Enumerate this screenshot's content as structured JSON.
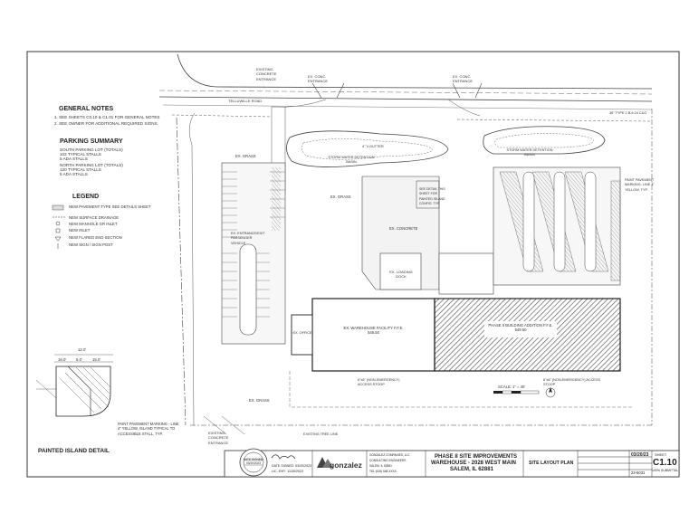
{
  "general_notes": {
    "title": "GENERAL NOTES",
    "items": [
      "1.  SEE SHEETS C0.10 & C1.01 FOR GENERAL NOTES",
      "2.  SEE OWNER FOR ADDITIONAL REQUIRED SIGNS."
    ]
  },
  "parking_summary": {
    "title": "PARKING SUMMARY",
    "south_lines": [
      "SOUTH PARKING LOT (TOTALS)",
      "102 TYPICAL STALLS",
      "5   ADA STALLS"
    ],
    "north_lines": [
      "NORTH PARKING LOT (TOTALS)",
      "120 TYPICAL STALLS",
      "5   ADA STALLS"
    ]
  },
  "legend": {
    "title": "LEGEND",
    "items": [
      "NEW PAVEMENT TYPE SEE DETAILS SHEET",
      "NEW SURFACE DRAINAGE",
      "NEW MANHOLE GR INLET",
      "NEW INLET",
      "NEW FLARED END SECTION",
      "NEW SIGN / SIGN POST"
    ]
  },
  "island_detail": {
    "title": "PAINTED ISLAND DETAIL",
    "note": "PAINT PAVEMENT MARKING - LINE 4\" YELLOW, ISLAND TYPICAL TO ACCESSIBLE STALL, TYP.",
    "dims": [
      "12.0'",
      "16.0'",
      "5.0'",
      "15.0'"
    ]
  },
  "plan_labels": {
    "road": "TELLUWILLE ROAD",
    "ex_conc_entrance_1": "EX. CONC. ENTRANCE",
    "ex_conc_entrance_2": "EX. CONC. ENTRANCE",
    "existing_conc_entrance_top": "EXISTING CONCRETE ENTRANCE",
    "existing_conc_entrance_bottom": "EXISTING CONCRETE ENTRANCE",
    "ex_grass": "EX. GRASS",
    "ex_concrete": "EX. CONCRETE",
    "ex_loading_dock": "EX. LOADING DOCK",
    "ex_office": "EX. OFFICE",
    "ex_warehouse": "EX. WAREHOUSE FACILITY F.F.E. 549.50",
    "phase2_building": "PHASE II BUILDING ADDITION F.F.E. 549.50",
    "detention_basin_1": "STORM WATER DETENTION BASIN",
    "detention_basin_2": "STORM WATER DETENTION BASIN",
    "v_gutter": "4\" V-GUTTER",
    "paint_marking": "PAINT PAVEMENT MARKING, LINE 4\" YELLOW, TYP.",
    "access_stoop_1": "6\"x6\" (NON-EMERGENCY) ACCESS STOOP",
    "access_stoop_2": "6\"x6\" (NON-EMERGENCY) ACCESS STOOP",
    "scale": "SCALE: 1\" = 40'",
    "curb_type": "36\" TYPE 2 B-6.24 C&G",
    "see_detail": "SEE DETAIL THIS SHEET FOR PAINTED ISLAND CONFIG. TYP.",
    "entrance_exit": "EX. ENTRANCE/EXIT PASSENGER VEHICLE",
    "existing_tree_line": "EXISTING TREE LINE"
  },
  "title_block": {
    "company_logo": "gonzalez",
    "company_info_lines": [
      "GONZALEZ COMPANIES, LLC",
      "CONSULTING ENGINEERS",
      "SALEM, IL 62881",
      "TEL (618) 548-XXXX"
    ],
    "project_line1": "PHASE II SITE IMPROVEMENTS",
    "project_line2": "WAREHOUSE - 2028 WEST MAIN",
    "project_line3": "SALEM, IL 62881",
    "sheet_title": "SITE LAYOUT PLAN",
    "date": "03/20/23",
    "sheet_label": "SHEET",
    "sheet_number": "C1.10",
    "submittal": "100% SUBMITTAL",
    "job_no": "22-5031",
    "seal_date": "DATE SIGNED: 03/20/2023",
    "license_exp": "LIC. EXP.: 11/30/2023"
  },
  "colors": {
    "line": "#333333",
    "hatch": "#555555",
    "pavement": "#f2f2f2"
  }
}
